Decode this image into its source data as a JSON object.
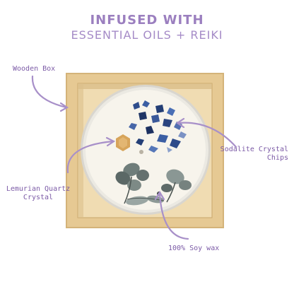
{
  "headline": {
    "line1": "INFUSED WITH",
    "line2": "ESSENTIAL OILS + REIKI"
  },
  "labels": {
    "wooden_box": "Wooden Box",
    "sodalite_line1": "Sodalite Crystal",
    "sodalite_line2": "Chips",
    "lemurian_line1": "Lemurian Quartz",
    "lemurian_line2": "Crystal",
    "soy_wax": "100% Soy wax"
  },
  "colors": {
    "headline": "#9b7fbf",
    "label_text": "#7b5aa6",
    "arrow": "#a890c9",
    "wood": "#e8cf9c",
    "wax": "#f6f3ea",
    "crystal_chips": "#31508f",
    "lemurian_quartz": "#d9a860"
  }
}
